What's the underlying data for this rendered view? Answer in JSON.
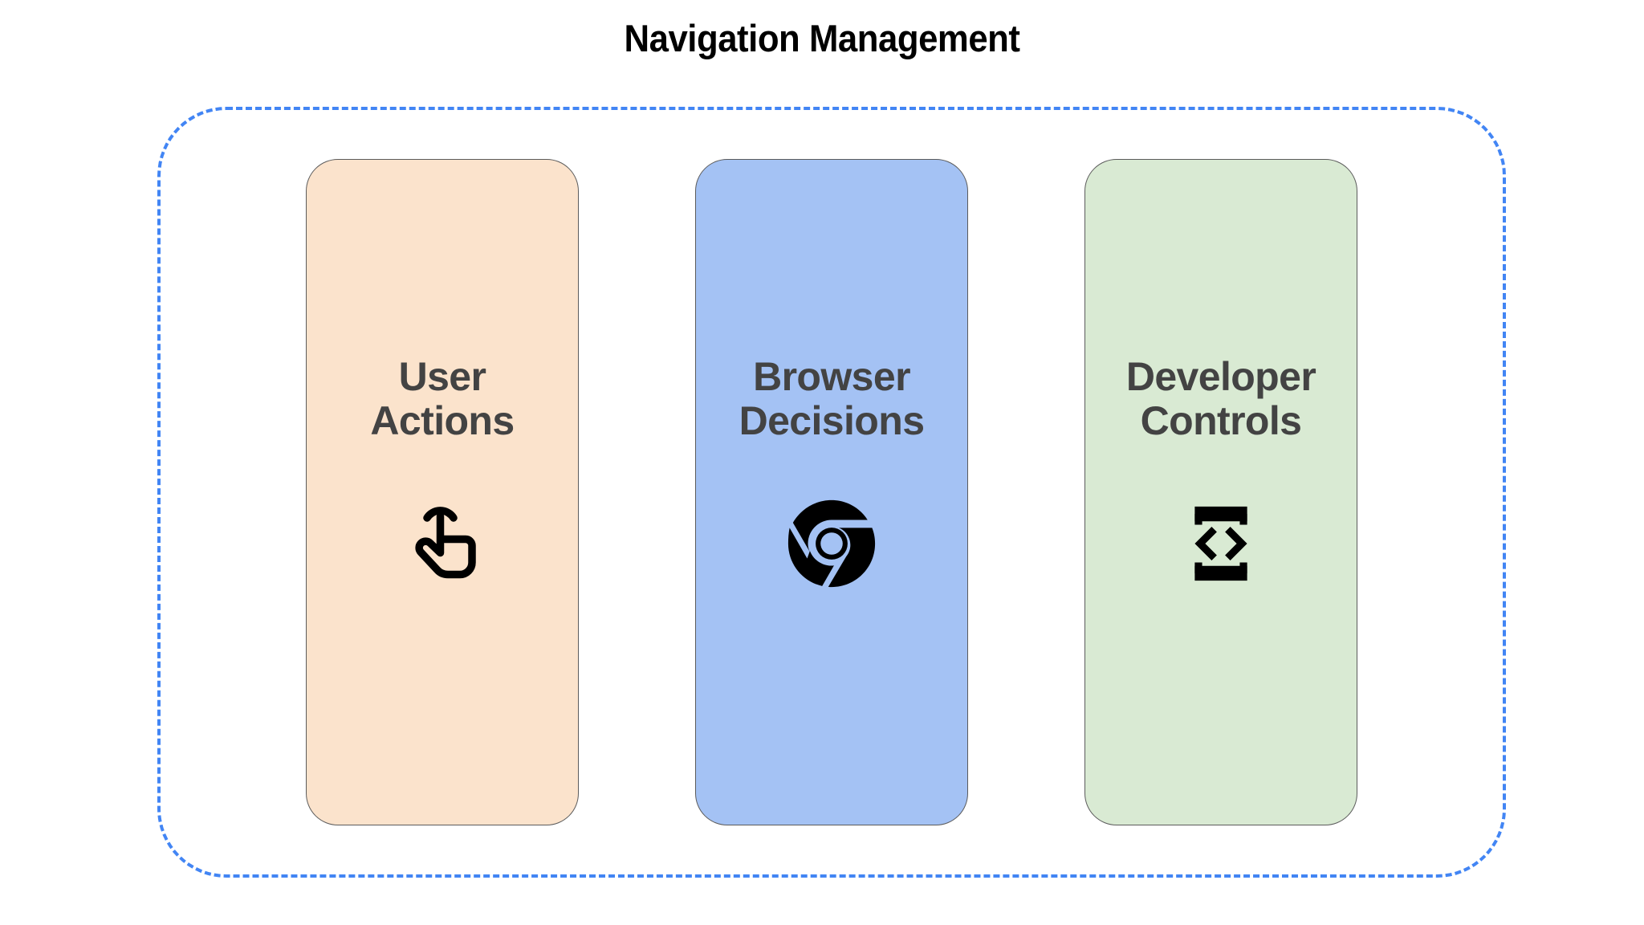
{
  "diagram": {
    "title": "Navigation Management",
    "title_color": "#000000",
    "group": {
      "border_color": "#4285f4",
      "border_style": "dashed"
    },
    "cards": [
      {
        "label": "User\nActions",
        "label_line1": "User",
        "label_line2": "Actions",
        "fill": "#fbe3cc",
        "border": "#5b5b5b",
        "text_color": "#434343",
        "icon": "touch-app-icon",
        "icon_color": "#000000"
      },
      {
        "label": "Browser\nDecisions",
        "label_line1": "Browser",
        "label_line2": "Decisions",
        "fill": "#a4c2f4",
        "border": "#5b5b5b",
        "text_color": "#434343",
        "icon": "chrome-logo-icon",
        "icon_color": "#000000"
      },
      {
        "label": "Developer\nControls",
        "label_line1": "Developer",
        "label_line2": "Controls",
        "fill": "#d9ead3",
        "border": "#5b5b5b",
        "text_color": "#434343",
        "icon": "developer-mode-icon",
        "icon_color": "#000000"
      }
    ]
  }
}
